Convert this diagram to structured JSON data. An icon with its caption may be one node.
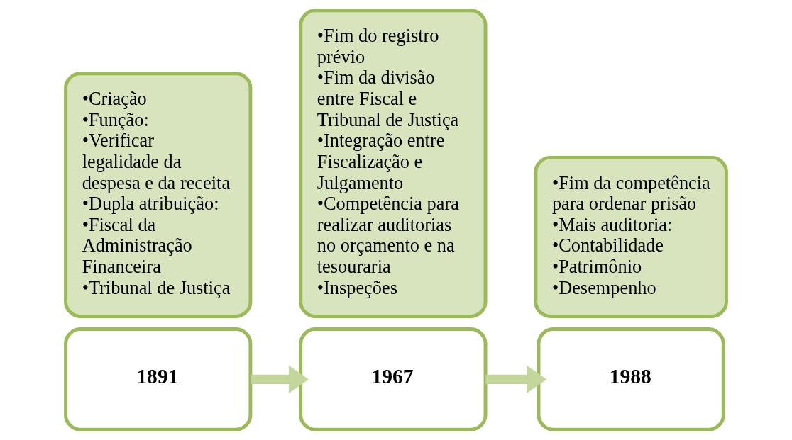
{
  "diagram": {
    "nodes": [
      {
        "text": [
          "1891"
        ]
      },
      {
        "text": [
          "•Criação",
          "•Função:",
          "•Verificar legalidade da despesa e da receita",
          "•Dupla atribuição:",
          "•Fiscal da Administração Financeira",
          "•Tribunal de Justiça"
        ]
      },
      {
        "text": [
          "1967"
        ]
      },
      {
        "text": [
          "•Fim do registro prévio",
          "•Fim da divisão entre Fiscal e Tribunal de Justiça",
          "•Integração entre Fiscalização e Julgamento",
          "•Competência para realizar auditorias no orçamento e na tesouraria",
          "•Inspeções"
        ]
      },
      {
        "text": [
          "1988"
        ]
      },
      {
        "text": [
          "•Fim da competência para ordenar prisão",
          "•Mais auditoria:",
          "•Contabilidade",
          "•Patrimônio",
          "•Desempenho"
        ]
      }
    ],
    "edges": [
      {
        "from": 0,
        "to": 2,
        "arrow": "to"
      },
      {
        "from": 2,
        "to": 4,
        "arrow": "to"
      }
    ]
  }
}
